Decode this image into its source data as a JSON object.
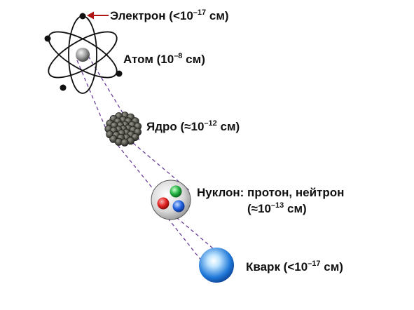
{
  "labels": {
    "electron": {
      "pre": "Электрон (<10",
      "exp": "–17",
      "post": " см)"
    },
    "atom": {
      "pre": "Атом (10",
      "exp": "–8",
      "post": " см)"
    },
    "nucleus": {
      "pre": "Ядро (≈10",
      "exp": "–12",
      "post": " см)"
    },
    "nucleon_line1": "Нуклон: протон, нейтрон",
    "nucleon": {
      "pre": "(≈10",
      "exp": "–13",
      "post": " см)"
    },
    "quark": {
      "pre": "Кварк (<10",
      "exp": "–17",
      "post": " см)"
    }
  },
  "colors": {
    "orbit": "#111111",
    "electron": "#111111",
    "arrow": "#b01515",
    "dashed": "#6a3d9a",
    "nucleon_red": "#e02020",
    "nucleon_green": "#20b040",
    "nucleon_blue": "#2060e0",
    "quark": "#1f78d8"
  }
}
